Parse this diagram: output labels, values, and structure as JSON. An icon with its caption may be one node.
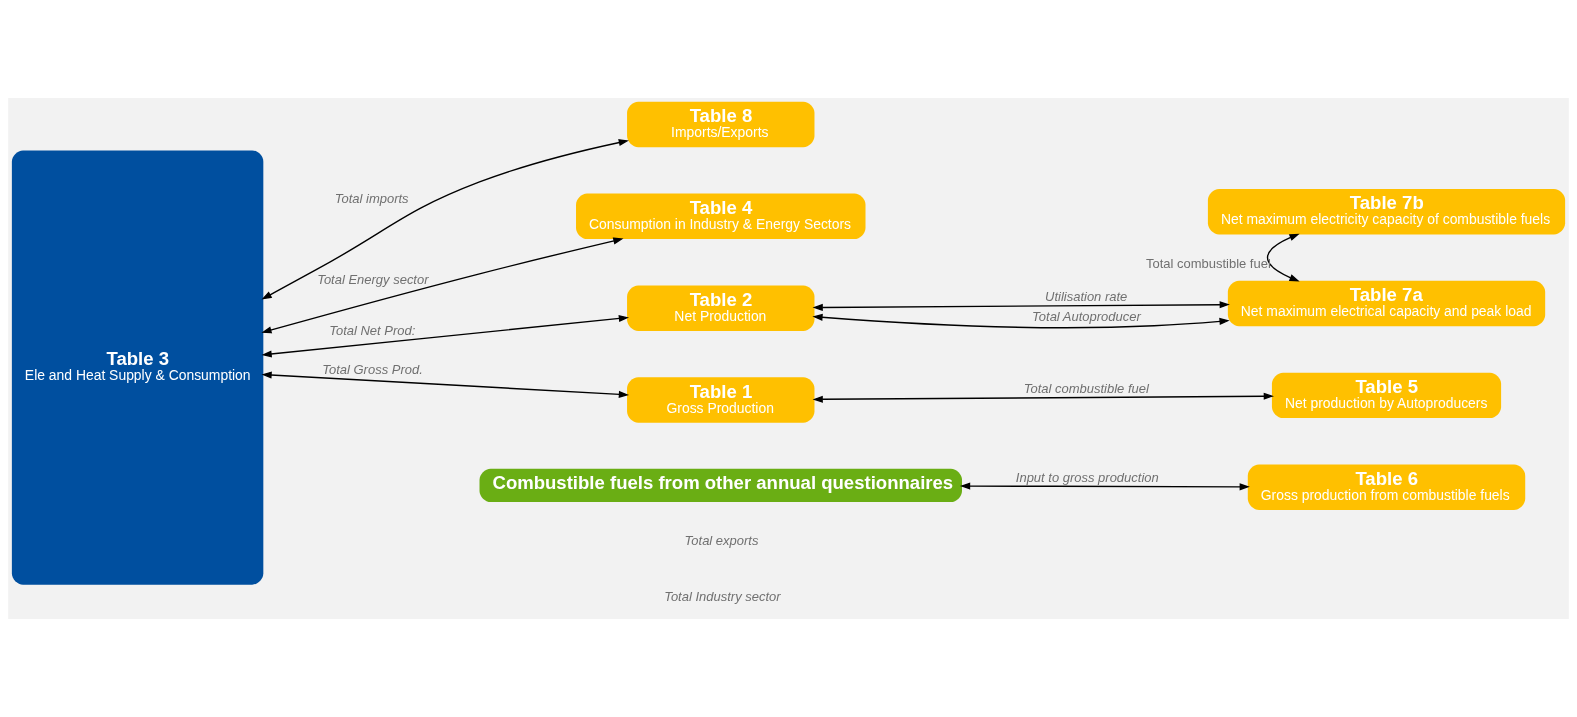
{
  "diagram": {
    "nodes": [
      {
        "text": [
          "Table 3",
          "Ele and Heat Supply & Consumption"
        ]
      },
      {
        "text": [
          "Table 8",
          "Imports/Exports"
        ]
      },
      {
        "text": [
          "Table 4",
          "Consumption in Industry & Energy Sectors"
        ]
      },
      {
        "text": [
          "Table 2",
          "Net Production"
        ]
      },
      {
        "text": [
          "Table 1",
          "Gross Production"
        ]
      },
      {
        "text": [
          "Combustible fuels from other annual questionnaires"
        ]
      },
      {
        "text": [
          "Table 7b",
          "Net maximum electricity capacity of combustible fuels"
        ]
      },
      {
        "text": [
          "Table 7a",
          "Net maximum electrical capacity and peak load"
        ]
      },
      {
        "text": [
          "Table 5",
          "Net production by Autoproducers"
        ]
      },
      {
        "text": [
          "Table 6",
          "Gross production from combustible fuels"
        ]
      }
    ],
    "edges": [
      {
        "from": 0,
        "to": 1,
        "arrow": "both",
        "label": "Total imports"
      },
      {
        "from": 0,
        "to": 2,
        "arrow": "both",
        "label": "Total Energy sector"
      },
      {
        "from": 0,
        "to": 3,
        "arrow": "both",
        "label": "Total Net Prod:"
      },
      {
        "from": 0,
        "to": 4,
        "arrow": "both",
        "label": "Total Gross Prod."
      },
      {
        "from": 6,
        "to": 7,
        "arrow": "both",
        "label": "Total combustible fuel"
      },
      {
        "from": 3,
        "to": 7,
        "arrow": "both",
        "label": "Utilisation rate"
      },
      {
        "from": 3,
        "to": 7,
        "arrow": "both",
        "label": "Total Autoproducer"
      },
      {
        "from": 4,
        "to": 8,
        "arrow": "both",
        "label": "Total combustible fuel"
      },
      {
        "from": 5,
        "to": 9,
        "arrow": "both",
        "label": "Input to gross production"
      }
    ],
    "labels": [
      "Total exports",
      "Total Industry sector"
    ]
  }
}
